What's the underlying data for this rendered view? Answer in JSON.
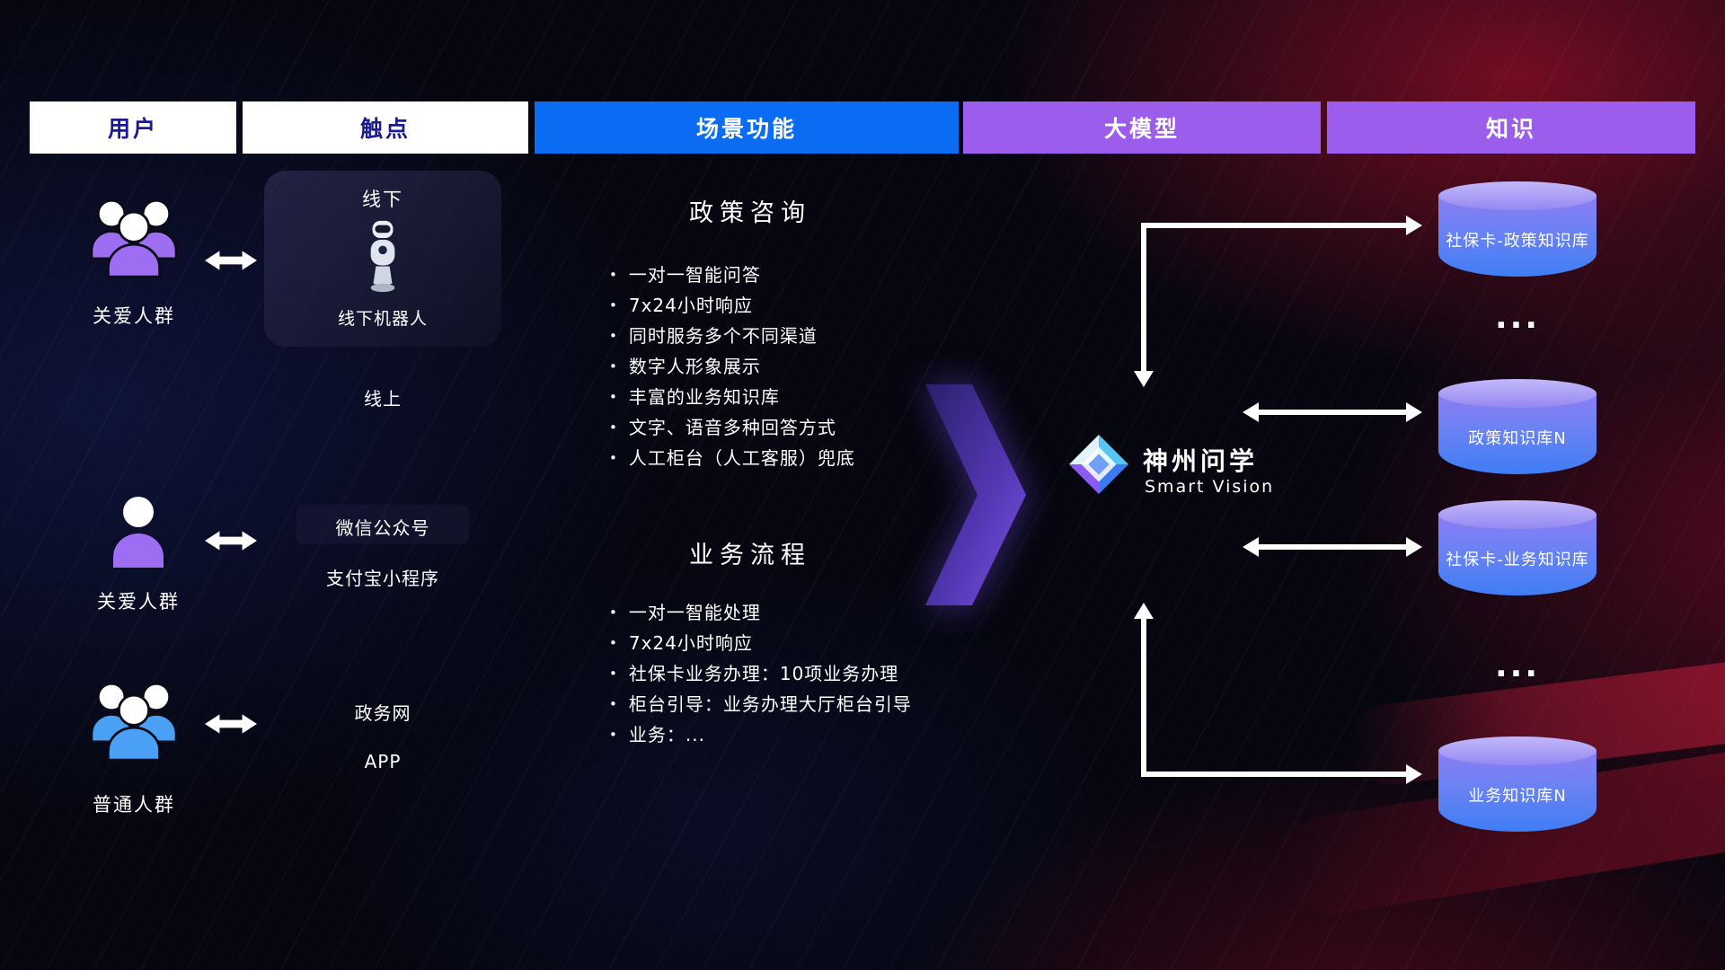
{
  "header": {
    "columns": [
      {
        "label": "用户"
      },
      {
        "label": "触点"
      },
      {
        "label": "场景功能"
      },
      {
        "label": "大模型"
      },
      {
        "label": "知识"
      }
    ]
  },
  "users": {
    "groups": [
      {
        "label": "关爱人群"
      },
      {
        "label": "关爱人群"
      },
      {
        "label": "普通人群"
      }
    ]
  },
  "touchpoints": {
    "offline": {
      "title": "线下",
      "robot_caption": "线下机器人"
    },
    "online_title": "线上",
    "items_online": [
      "微信公众号",
      "支付宝小程序"
    ],
    "items_gov": [
      "政务网",
      "APP"
    ]
  },
  "scenarios": {
    "policy": {
      "title": "政策咨询",
      "items": [
        "一对一智能问答",
        "7x24小时响应",
        "同时服务多个不同渠道",
        "数字人形象展示",
        "丰富的业务知识库",
        "文字、语音多种回答方式",
        "人工柜台（人工客服）兜底"
      ]
    },
    "business": {
      "title": "业务流程",
      "items": [
        "一对一智能处理",
        "7x24小时响应",
        "社保卡业务办理：10项业务办理",
        "柜台引导：业务办理大厅柜台引导",
        "业务：..."
      ]
    }
  },
  "model": {
    "name": "神州问学",
    "subtitle": "Smart Vision"
  },
  "knowledge": {
    "cylinders": [
      {
        "label": "社保卡-政策知识库"
      },
      {
        "label": "政策知识库N"
      },
      {
        "label": "社保卡-业务知识库"
      },
      {
        "label": "业务知识库N"
      }
    ],
    "ellipsis": "..."
  },
  "colors": {
    "header_blue": "#0a6cf2",
    "header_purple": "#9c5ded",
    "header_text_dark": "#1b1b8f",
    "cylinder_top": "#c3b8fa",
    "cylinder_body_start": "#8d7df4",
    "cylinder_body_end": "#3f7df5",
    "user_purple": "#9d6ef2",
    "user_blue": "#4aa0f5",
    "arrow_white": "#ffffff"
  }
}
